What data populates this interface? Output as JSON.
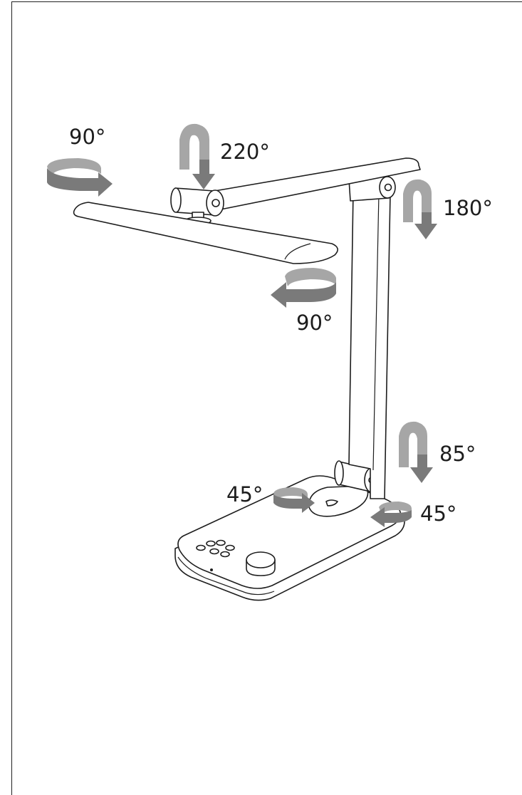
{
  "angles": {
    "head_horizontal_top": "90°",
    "head_tilt": "220°",
    "arm_joint": "180°",
    "head_horizontal_bottom": "90°",
    "base_joint": "85°",
    "base_swivel_left": "45°",
    "base_swivel_right": "45°"
  },
  "colors": {
    "line": "#1d1d1d",
    "arrow_light": "#a6a6a6",
    "arrow_dark": "#7a7a7a",
    "background": "#ffffff"
  }
}
